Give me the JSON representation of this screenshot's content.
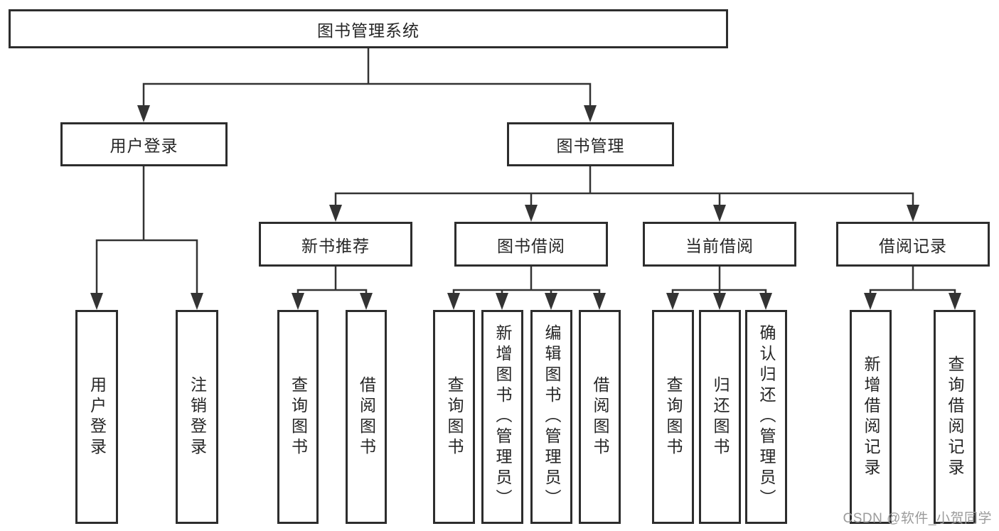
{
  "diagram_type": "hierarchy-tree",
  "colors": {
    "background": "#ffffff",
    "box_border": "#2d2d2d",
    "connector_line": "#333333",
    "node_text": "#262626",
    "watermark_text": "#9b9b9b"
  },
  "tree": {
    "root": {
      "label": "图书管理系统",
      "children": {
        "user_login": {
          "label": "用户登录",
          "children": {
            "login": {
              "label": "用户登录"
            },
            "logout": {
              "label": "注销登录"
            }
          }
        },
        "book_management": {
          "label": "图书管理",
          "children": {
            "new_book_recommend": {
              "label": "新书推荐",
              "children": {
                "query_books": {
                  "label": "查询图书"
                },
                "borrow_books": {
                  "label": "借阅图书"
                }
              }
            },
            "book_borrowing": {
              "label": "图书借阅",
              "children": {
                "query_books": {
                  "label": "查询图书"
                },
                "add_books": {
                  "label": "新增图书（管理员）"
                },
                "edit_books": {
                  "label": "编辑图书（管理员）"
                },
                "borrow_books": {
                  "label": "借阅图书"
                }
              }
            },
            "current_borrowing": {
              "label": "当前借阅",
              "children": {
                "query_books": {
                  "label": "查询图书"
                },
                "return_books": {
                  "label": "归还图书"
                },
                "confirm_return": {
                  "label": "确认归还（管理员）"
                }
              }
            },
            "borrowing_records": {
              "label": "借阅记录",
              "children": {
                "add_record": {
                  "label": "新增借阅记录"
                },
                "query_record": {
                  "label": "查询借阅记录"
                }
              }
            }
          }
        }
      }
    }
  },
  "watermark": {
    "text": "CSDN @软件_小贺同学"
  }
}
